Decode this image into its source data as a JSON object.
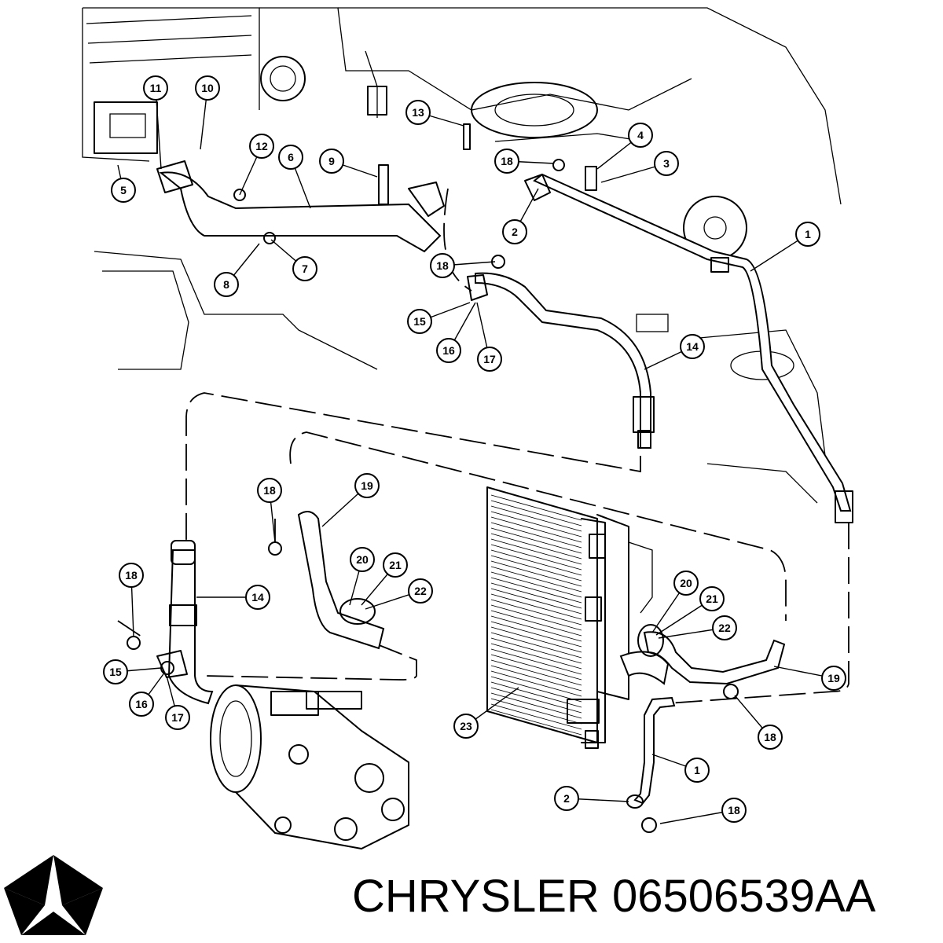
{
  "brand": {
    "name": "CHRYSLER",
    "part_number": "06506539AA",
    "logo_icon": "pentastar-icon"
  },
  "callouts": [
    {
      "label": "11"
    },
    {
      "label": "10"
    },
    {
      "label": "5"
    },
    {
      "label": "12"
    },
    {
      "label": "6"
    },
    {
      "label": "9"
    },
    {
      "label": "13"
    },
    {
      "label": "4"
    },
    {
      "label": "18"
    },
    {
      "label": "3"
    },
    {
      "label": "2"
    },
    {
      "label": "1"
    },
    {
      "label": "7"
    },
    {
      "label": "8"
    },
    {
      "label": "18"
    },
    {
      "label": "15"
    },
    {
      "label": "16"
    },
    {
      "label": "17"
    },
    {
      "label": "14"
    },
    {
      "label": "18"
    },
    {
      "label": "19"
    },
    {
      "label": "20"
    },
    {
      "label": "21"
    },
    {
      "label": "22"
    },
    {
      "label": "18"
    },
    {
      "label": "14"
    },
    {
      "label": "15"
    },
    {
      "label": "16"
    },
    {
      "label": "17"
    },
    {
      "label": "20"
    },
    {
      "label": "21"
    },
    {
      "label": "22"
    },
    {
      "label": "19"
    },
    {
      "label": "23"
    },
    {
      "label": "18"
    },
    {
      "label": "1"
    },
    {
      "label": "2"
    },
    {
      "label": "18"
    }
  ]
}
